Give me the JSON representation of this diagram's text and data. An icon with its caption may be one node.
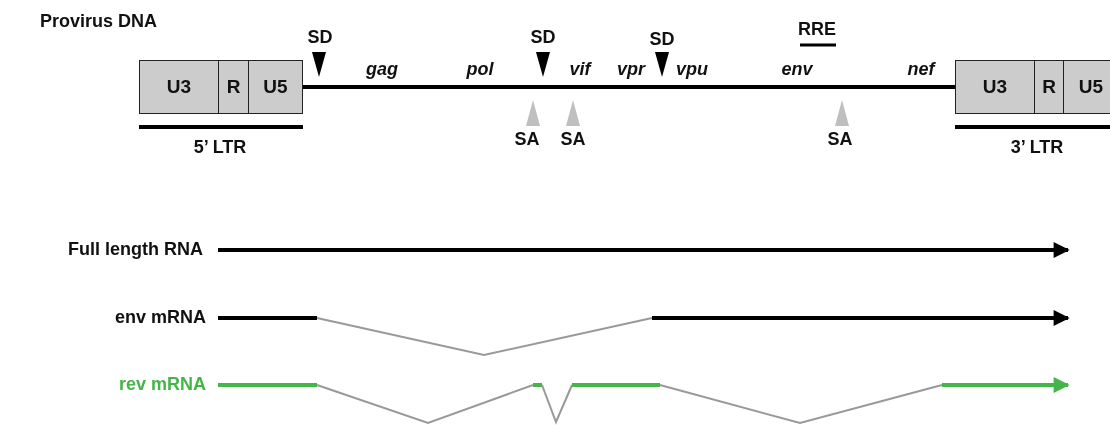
{
  "diagram": {
    "nodes": [
      {
        "text": [
          "U3"
        ]
      },
      {
        "text": [
          "R"
        ]
      },
      {
        "text": [
          "U5"
        ]
      },
      {
        "text": [
          "U3"
        ]
      },
      {
        "text": [
          "R"
        ]
      },
      {
        "text": [
          "U5"
        ]
      }
    ],
    "edges": [
      {
        "from": 2,
        "to": 3,
        "arrow": "none"
      }
    ],
    "labels": [
      "Provirus DNA",
      "RRE",
      "SD",
      "SD",
      "SD",
      "gag",
      "pol",
      "vif",
      "vpr",
      "vpu",
      "env",
      "nef",
      "SA",
      "SA",
      "SA",
      "5’ LTR",
      "3’ LTR",
      "Full length RNA",
      "env mRNA",
      "rev mRNA"
    ]
  }
}
